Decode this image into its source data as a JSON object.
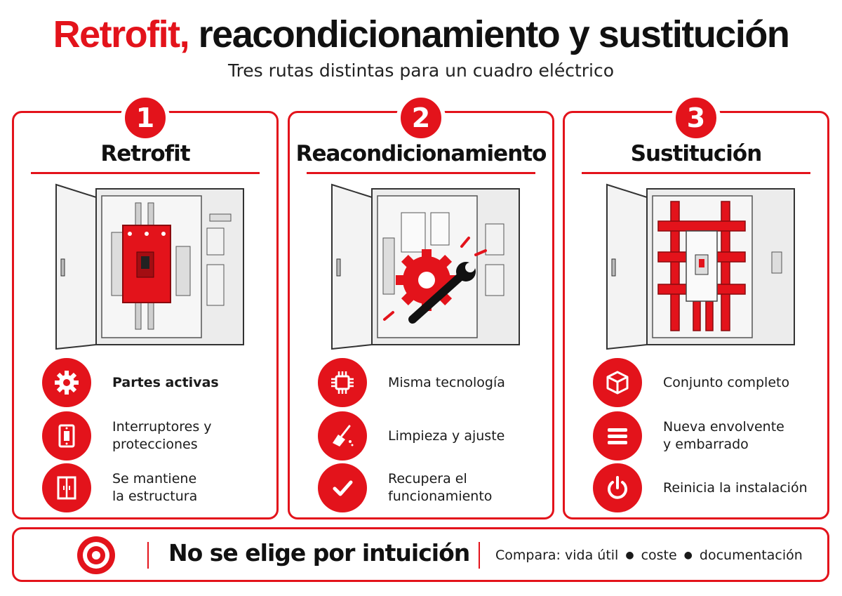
{
  "header": {
    "title_accent": "Retrofit,",
    "title_rest": "reacondicionamiento y sustitución",
    "subtitle": "Tres rutas distintas para un cuadro eléctrico"
  },
  "cards": [
    {
      "number": "1",
      "title": "Retrofit",
      "features": [
        {
          "icon": "gear-icon",
          "text": "Partes activas"
        },
        {
          "icon": "switch-icon",
          "text": "Interruptores y\nprotecciones"
        },
        {
          "icon": "cabinet-doors-icon",
          "text": "Se mantiene\nla estructura"
        }
      ]
    },
    {
      "number": "2",
      "title": "Reacondicionamiento",
      "features": [
        {
          "icon": "chip-icon",
          "text": "Misma tecnología"
        },
        {
          "icon": "broom-icon",
          "text": "Limpieza y ajuste"
        },
        {
          "icon": "checkmark-icon",
          "text": "Recupera el\nfuncionamiento"
        }
      ]
    },
    {
      "number": "3",
      "title": "Sustitución",
      "features": [
        {
          "icon": "cube-icon",
          "text": "Conjunto completo"
        },
        {
          "icon": "busbar-icon",
          "text": "Nueva envolvente\ny embarrado"
        },
        {
          "icon": "power-icon",
          "text": "Reinicia la instalación"
        }
      ]
    }
  ],
  "footer": {
    "headline": "No se elige por intuición",
    "compare_label": "Compara:",
    "criteria": [
      "vida útil",
      "coste",
      "documentación"
    ]
  },
  "colors": {
    "accent": "#e3131b",
    "text": "#111111",
    "cabinet": "#ededed"
  }
}
